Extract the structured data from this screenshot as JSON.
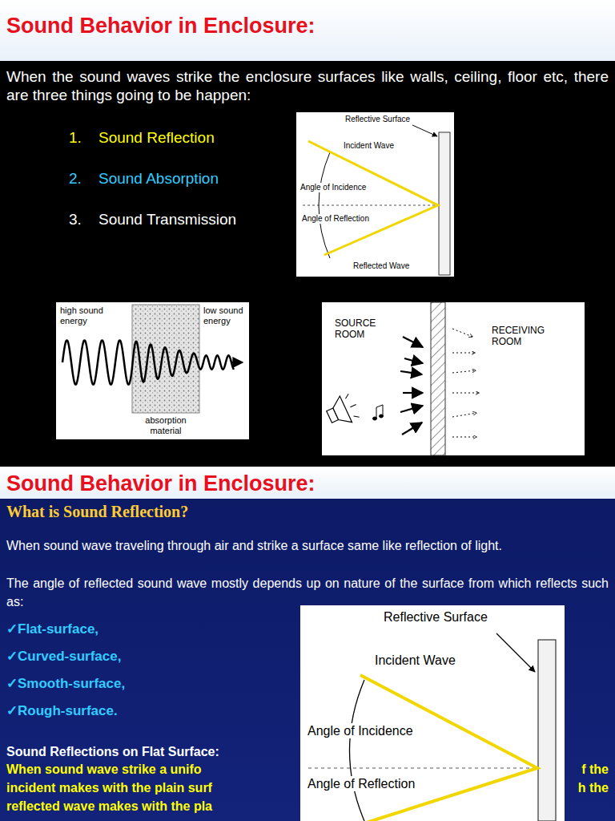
{
  "diagram": {
    "title": "Sound Behavior in Enclosure:",
    "labels": [
      "When the sound waves strike the enclosure surfaces like walls, ceiling, floor etc, there are three things going to be happen:",
      "1.",
      "Sound Reflection",
      "2.",
      "Sound Absorption",
      "3.",
      "Sound Transmission",
      "Reflective Surface",
      "Incident Wave",
      "Angle of Incidence",
      "Angle of Reflection",
      "Reflected Wave",
      "high sound energy",
      "low sound energy",
      "absorption material",
      "SOURCE ROOM",
      "RECEIVING ROOM",
      "Sound Behavior in Enclosure:",
      "What is Sound Reflection?",
      "When sound wave traveling through air and strike a surface same like reflection of light.",
      "The angle of reflected sound wave mostly depends up on nature of the surface from which reflects such as:",
      "✓Flat-surface,",
      "✓Curved-surface,",
      "✓Smooth-surface,",
      "✓Rough-surface.",
      "Reflective Surface",
      "Incident Wave",
      "Angle of Incidence",
      "Angle of Reflection",
      "Sound Reflections on Flat Surface:",
      "When sound wave strike a unifo",
      "f the",
      "incident makes with the plain surf",
      "h the",
      "reflected wave makes with the pla"
    ]
  }
}
